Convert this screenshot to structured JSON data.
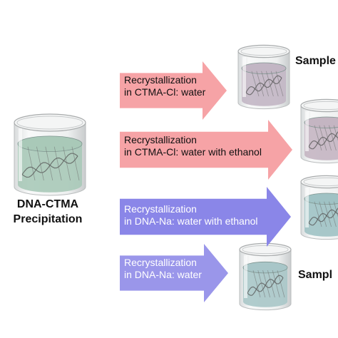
{
  "source": {
    "label_line1": "DNA-CTMA",
    "label_line2": "Precipitation",
    "liquid_color": "#a9c9b8",
    "icon": "beaker-icon"
  },
  "arrows": [
    {
      "line1": "Recrystallization",
      "line2": "in CTMA-Cl: water",
      "fill": "#f6a3a6",
      "text_color": "#111111"
    },
    {
      "line1": "Recrystallization",
      "line2": "in CTMA-Cl: water with ethanol",
      "fill": "#f6a3a6",
      "text_color": "#111111"
    },
    {
      "line1": "Recrystallization",
      "line2": "in DNA-Na: water with ethanol",
      "fill": "#8a86e8",
      "text_color": "#ffffff"
    },
    {
      "line1": "Recrystallization",
      "line2": "in DNA-Na: water",
      "fill": "#9a96ea",
      "text_color": "#ffffff"
    }
  ],
  "samples": [
    {
      "label": "Sample",
      "liquid_color": "#c2b6c4",
      "icon": "beaker-icon"
    },
    {
      "label": "",
      "liquid_color": "#c4b5c2",
      "icon": "beaker-icon"
    },
    {
      "label": "",
      "liquid_color": "#9fc2c4",
      "icon": "beaker-icon"
    },
    {
      "label": "Sampl",
      "liquid_color": "#a8c6c8",
      "icon": "beaker-icon"
    }
  ]
}
